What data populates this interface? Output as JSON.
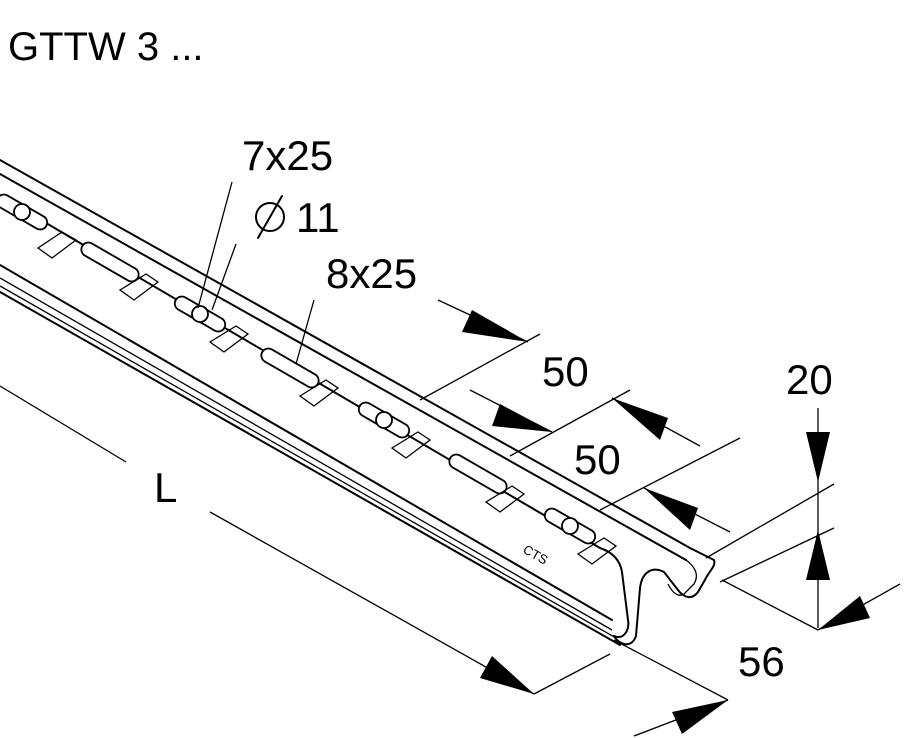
{
  "title": "GTTW 3 ...",
  "labels": {
    "hole_keyhole": "7x25",
    "hole_round": "11",
    "hole_slot": "8x25",
    "pitch_1": "50",
    "pitch_2": "50",
    "height": "20",
    "width": "56",
    "length": "L",
    "logo": "CTS"
  },
  "icons": {
    "diameter": "diameter-symbol"
  }
}
